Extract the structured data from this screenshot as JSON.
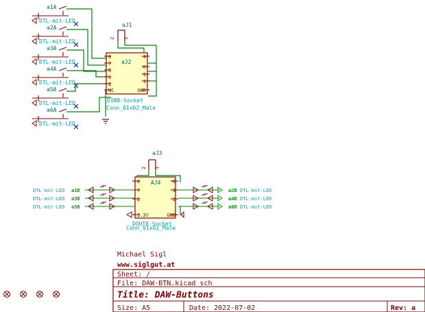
{
  "colors": {
    "wire": "#008400",
    "body": "#840000",
    "body_fill": "#ffffc2",
    "refdes": "#006464",
    "value": "#00a0a0",
    "label": "#00a000",
    "frame": "#840000",
    "nc": "#0000c8",
    "text_dark": "#840000"
  },
  "switches": [
    {
      "ref": "a1A",
      "value": "DTL-mit-LED"
    },
    {
      "ref": "a2A",
      "value": "DTL-mit-LED"
    },
    {
      "ref": "a3A",
      "value": "DTL-mit-LED"
    },
    {
      "ref": "a4A",
      "value": "DTL-mit-LED"
    },
    {
      "ref": "a5A",
      "value": "DTL-mit-LED"
    },
    {
      "ref": "a6A",
      "value": "DTL-mit-LED"
    }
  ],
  "din_header": {
    "ref": "aJ1",
    "pin_a": "2",
    "pin_b": "1"
  },
  "din_socket": {
    "ref": "aJ2",
    "value": "DIN8-Socket",
    "footprint": "Conn_01x02_Male",
    "pins_left": [
      "8",
      "7",
      "6",
      "5",
      "2",
      "NC"
    ],
    "pins_right": [
      "4",
      "6",
      "3",
      "1",
      "GND"
    ]
  },
  "dout_header": {
    "ref": "aJ3",
    "pin_a": "2",
    "pin_b": "1"
  },
  "dout_socket": {
    "ref": "AJ4",
    "value": "DOUT8-Socket",
    "footprint": "Conn_01x02_Male",
    "pins_left": [
      "8",
      "7",
      "2",
      "3.3V"
    ],
    "pins_right": [
      "6",
      "3",
      "1",
      "GND"
    ]
  },
  "led_rows": [
    {
      "left_value": "DTL-mit-LED",
      "left_ref": "a1B",
      "right_ref": "a2B",
      "right_value": "DTL-mit-LED"
    },
    {
      "left_value": "DTL-mit-LED",
      "left_ref": "a3B",
      "right_ref": "a4B",
      "right_value": "DTL-mit-LED"
    },
    {
      "left_value": "DTL-mit-LED",
      "left_ref": "a5B",
      "right_ref": "a6B",
      "right_value": "DTL-mit-LED"
    }
  ],
  "title_block": {
    "author": "Michael Sigl",
    "website": "www.siglgut.at",
    "sheet": "Sheet: /",
    "file": "File: DAW-BTN.kicad_sch",
    "title": "Title: DAW-Buttons",
    "size": "Size: A5",
    "date": "Date: 2022-07-02",
    "rev": "Rev: a"
  },
  "mounting_holes": [
    "mounting-hole-1",
    "mounting-hole-2",
    "mounting-hole-3",
    "mounting-hole-4"
  ]
}
